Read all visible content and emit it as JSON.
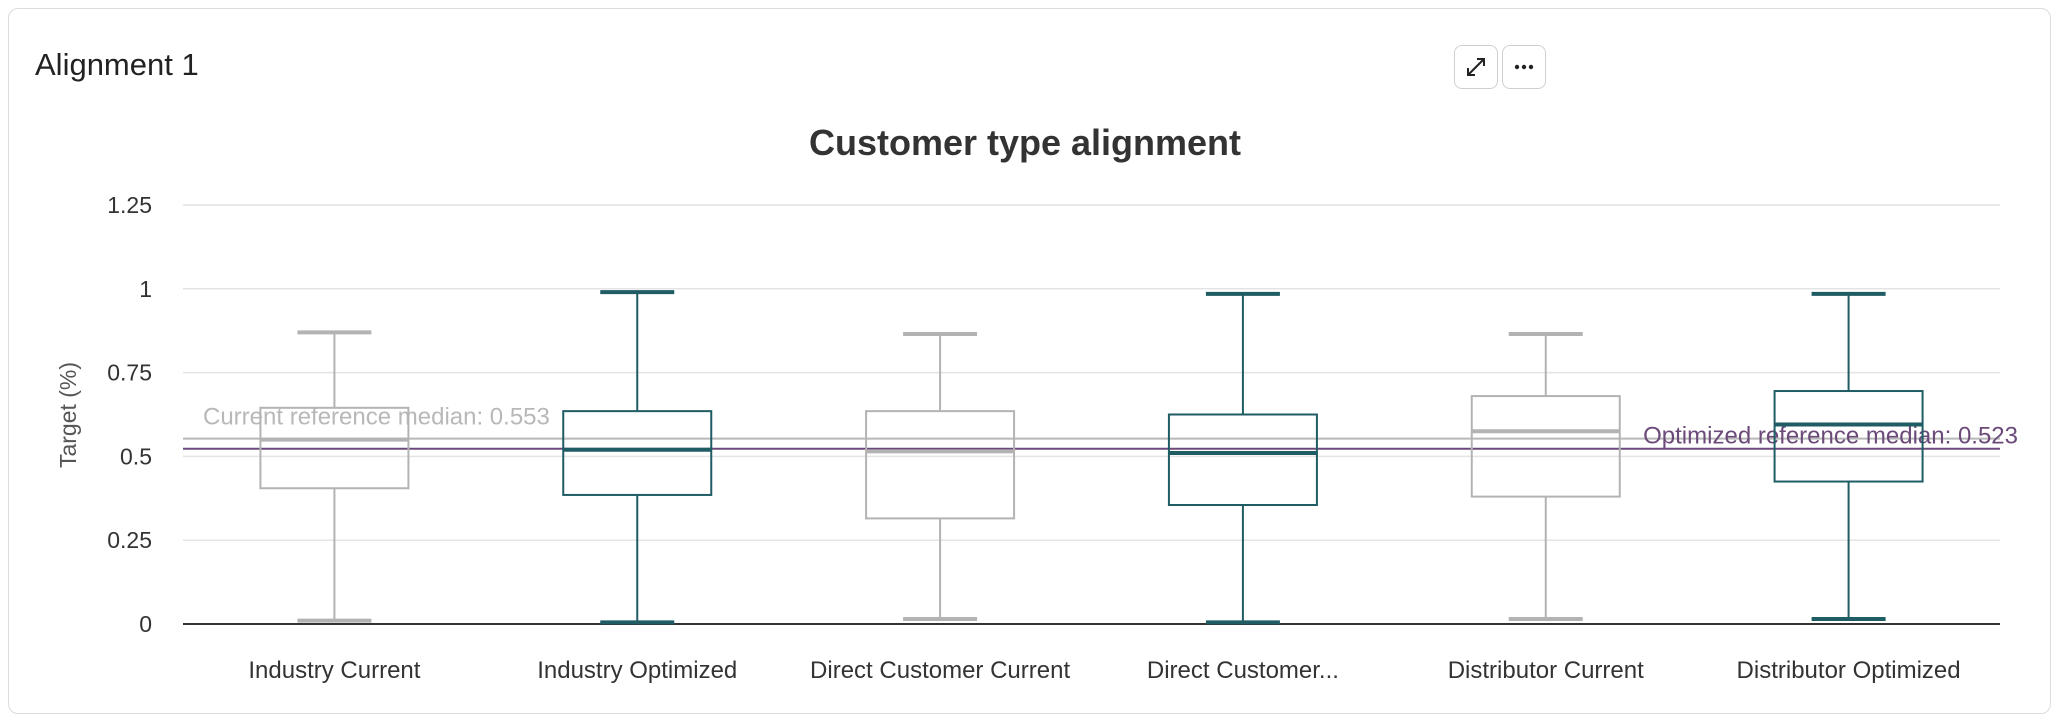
{
  "card": {
    "title": "Alignment 1"
  },
  "toolbar": {
    "expand_icon": "expand-icon",
    "more_icon": "more-horizontal-icon"
  },
  "colors": {
    "current": "#b3b3b3",
    "optimized": "#1f5c64",
    "current_ref": "#b8b8b8",
    "optimized_ref": "#6b4a7a",
    "grid": "#e4e4e4"
  },
  "chart_data": {
    "type": "box",
    "title": "Customer type alignment",
    "ylabel": "Target (%)",
    "xlabel": "",
    "ylim": [
      0,
      1.25
    ],
    "yticks": [
      0,
      0.25,
      0.5,
      0.75,
      1,
      1.25
    ],
    "ytick_labels": [
      "0",
      "0.25",
      "0.5",
      "0.75",
      "1",
      "1.25"
    ],
    "grid": true,
    "categories": [
      "Industry Current",
      "Industry Optimized",
      "Direct Customer Current",
      "Direct Customer...",
      "Distributor Current",
      "Distributor Optimized"
    ],
    "boxes": [
      {
        "category": "Industry Current",
        "group": "current",
        "min": 0.01,
        "q1": 0.405,
        "median": 0.55,
        "q3": 0.645,
        "max": 0.87
      },
      {
        "category": "Industry Optimized",
        "group": "optimized",
        "min": 0.005,
        "q1": 0.385,
        "median": 0.52,
        "q3": 0.635,
        "max": 0.99
      },
      {
        "category": "Direct Customer Current",
        "group": "current",
        "min": 0.015,
        "q1": 0.315,
        "median": 0.515,
        "q3": 0.635,
        "max": 0.865
      },
      {
        "category": "Direct Customer...",
        "group": "optimized",
        "min": 0.005,
        "q1": 0.355,
        "median": 0.51,
        "q3": 0.625,
        "max": 0.985
      },
      {
        "category": "Distributor Current",
        "group": "current",
        "min": 0.015,
        "q1": 0.38,
        "median": 0.575,
        "q3": 0.68,
        "max": 0.865
      },
      {
        "category": "Distributor Optimized",
        "group": "optimized",
        "min": 0.015,
        "q1": 0.425,
        "median": 0.595,
        "q3": 0.695,
        "max": 0.985
      }
    ],
    "reference_lines": [
      {
        "group": "current",
        "value": 0.553,
        "label": "Current reference median: 0.553"
      },
      {
        "group": "optimized",
        "value": 0.523,
        "label": "Optimized reference median: 0.523"
      }
    ]
  }
}
